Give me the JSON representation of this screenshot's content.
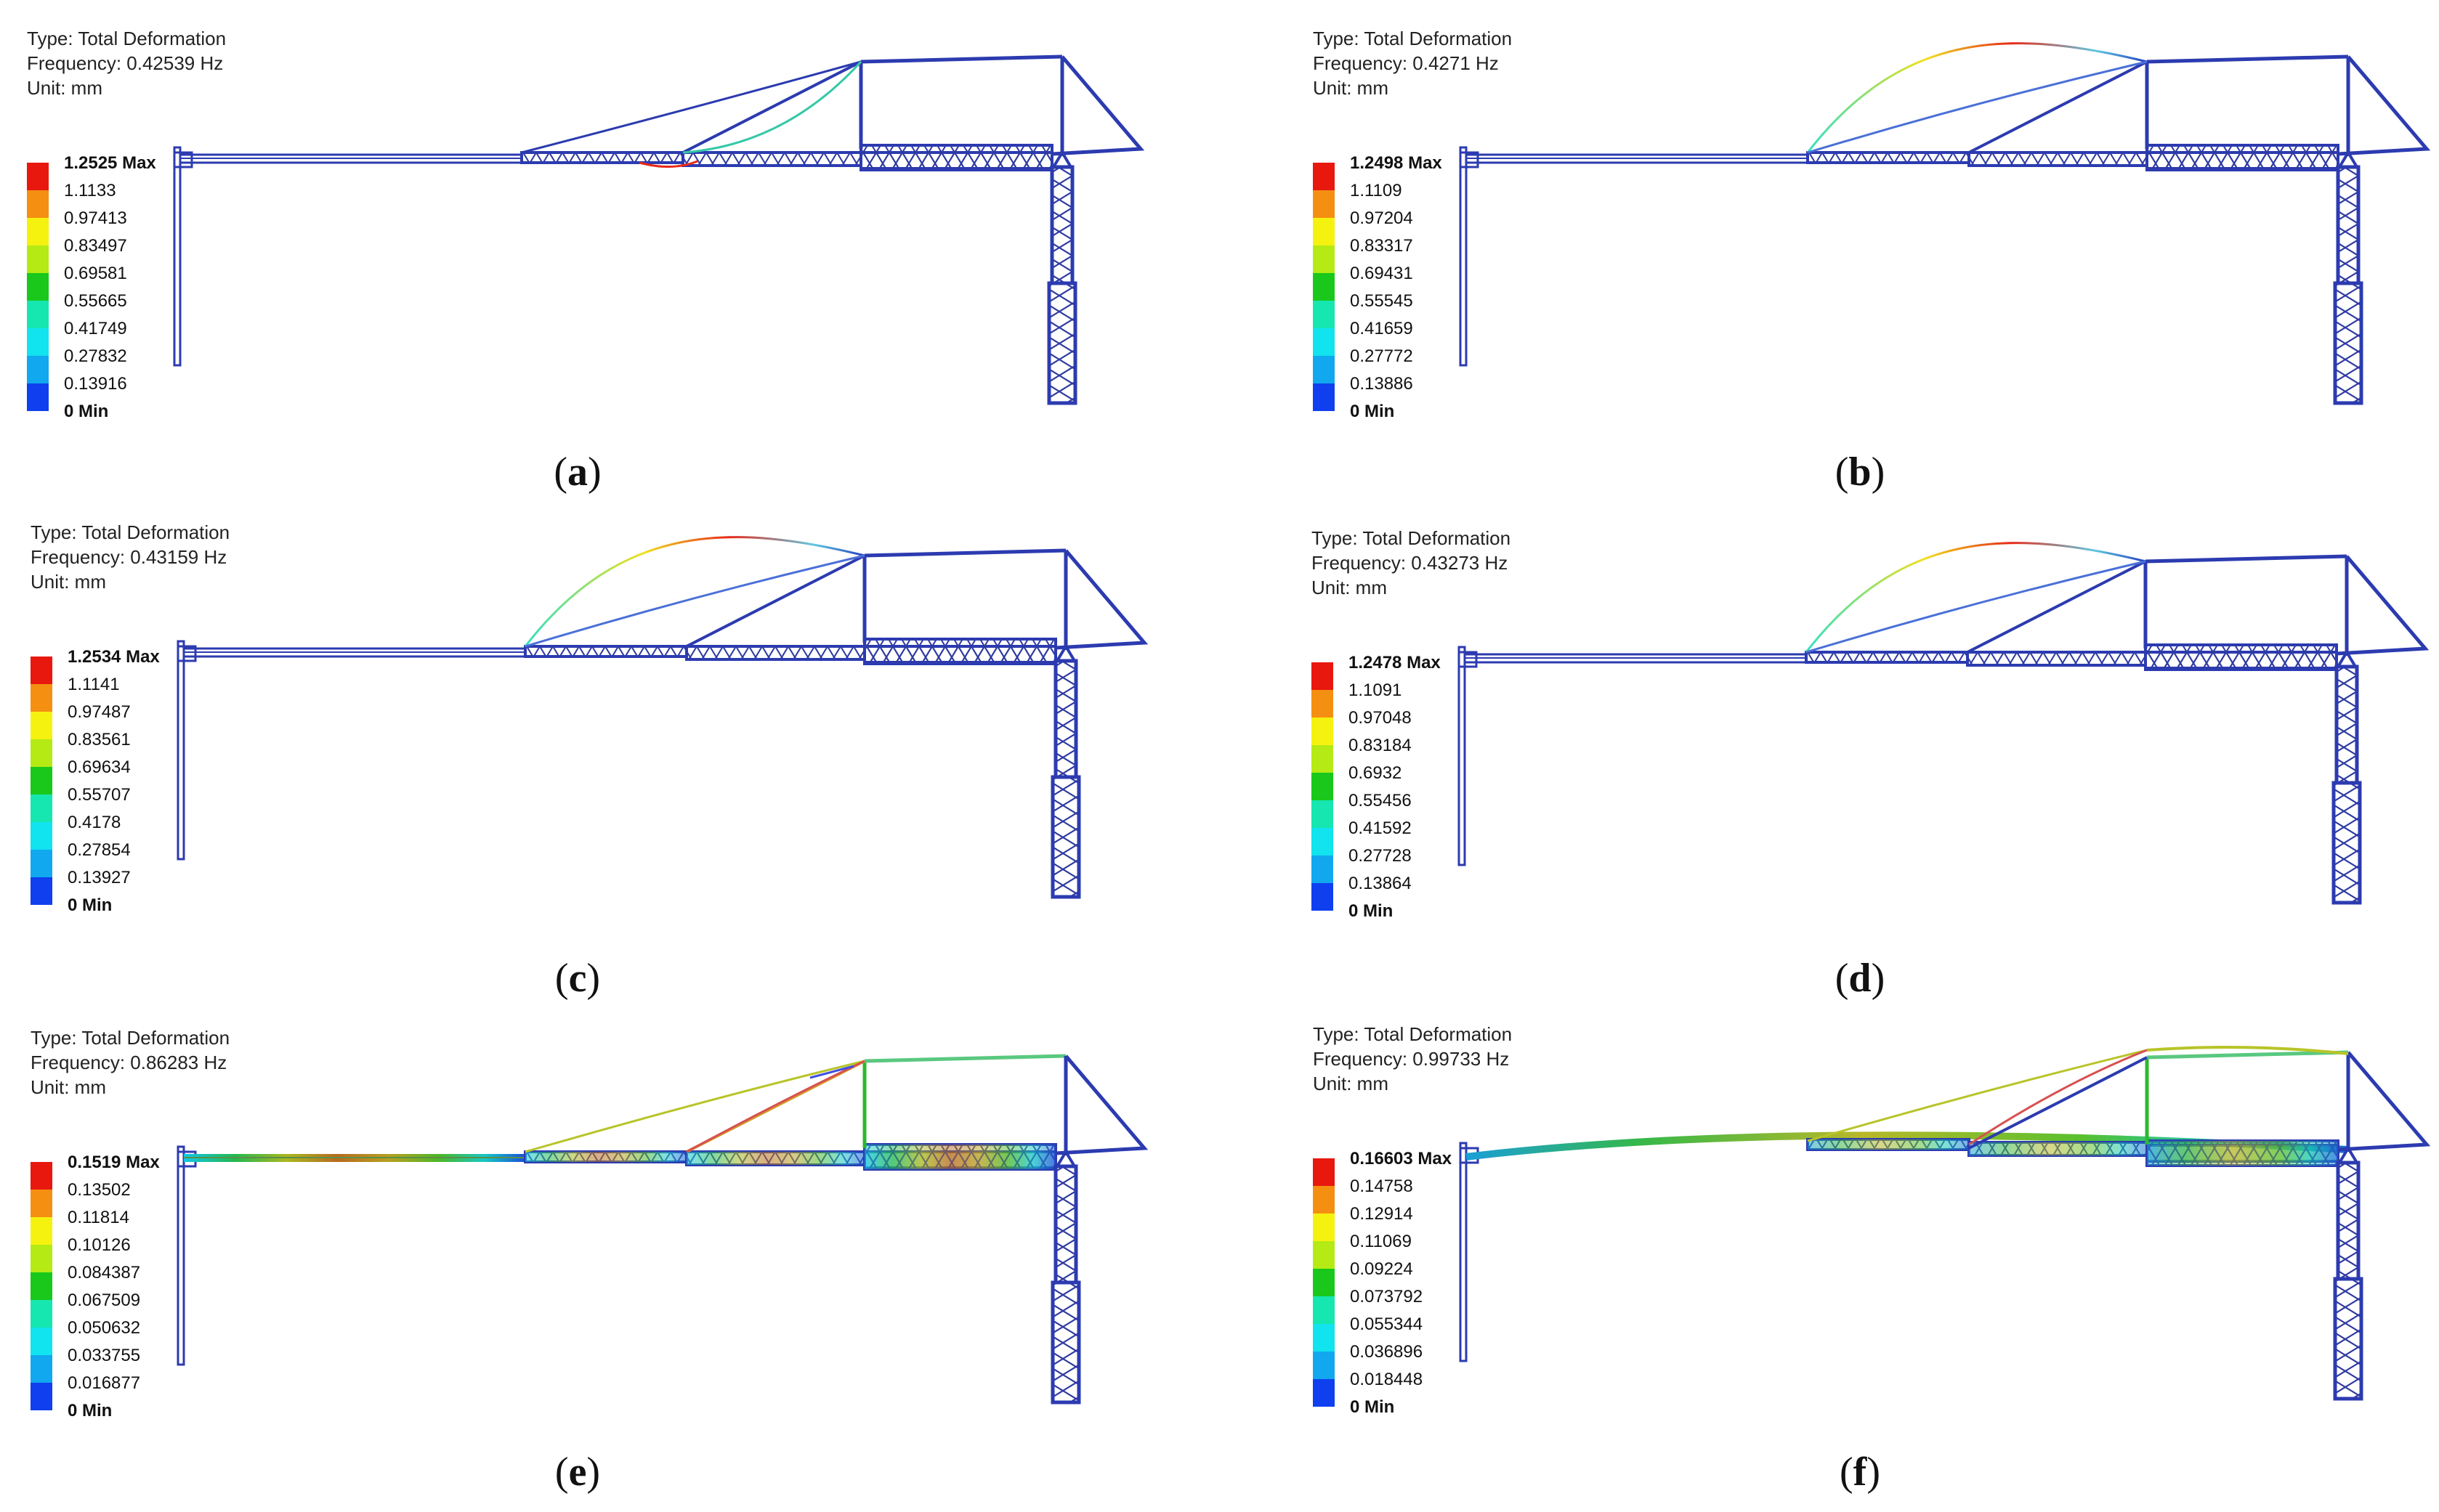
{
  "figure": {
    "panels": [
      {
        "id": "a",
        "header": {
          "type": "Type: Total Deformation",
          "frequency": "Frequency: 0.42539 Hz",
          "unit": "Unit: mm"
        },
        "legend": [
          "1.2525 Max",
          "1.1133",
          "0.97413",
          "0.83497",
          "0.69581",
          "0.55665",
          "0.41749",
          "0.27832",
          "0.13916",
          "0 Min"
        ],
        "caption": {
          "open": "(",
          "letter": "a",
          "close": ")"
        }
      },
      {
        "id": "b",
        "header": {
          "type": "Type: Total Deformation",
          "frequency": "Frequency: 0.4271 Hz",
          "unit": "Unit: mm"
        },
        "legend": [
          "1.2498 Max",
          "1.1109",
          "0.97204",
          "0.83317",
          "0.69431",
          "0.55545",
          "0.41659",
          "0.27772",
          "0.13886",
          "0 Min"
        ],
        "caption": {
          "open": "(",
          "letter": "b",
          "close": ")"
        }
      },
      {
        "id": "c",
        "header": {
          "type": "Type: Total Deformation",
          "frequency": "Frequency: 0.43159 Hz",
          "unit": "Unit: mm"
        },
        "legend": [
          "1.2534 Max",
          "1.1141",
          "0.97487",
          "0.83561",
          "0.69634",
          "0.55707",
          "0.4178",
          "0.27854",
          "0.13927",
          "0 Min"
        ],
        "caption": {
          "open": "(",
          "letter": "c",
          "close": ")"
        }
      },
      {
        "id": "d",
        "header": {
          "type": "Type: Total Deformation",
          "frequency": "Frequency: 0.43273 Hz",
          "unit": "Unit: mm"
        },
        "legend": [
          "1.2478 Max",
          "1.1091",
          "0.97048",
          "0.83184",
          "0.6932",
          "0.55456",
          "0.41592",
          "0.27728",
          "0.13864",
          "0 Min"
        ],
        "caption": {
          "open": "(",
          "letter": "d",
          "close": ")"
        }
      },
      {
        "id": "e",
        "header": {
          "type": "Type: Total Deformation",
          "frequency": "Frequency: 0.86283 Hz",
          "unit": "Unit: mm"
        },
        "legend": [
          "0.1519 Max",
          "0.13502",
          "0.11814",
          "0.10126",
          "0.084387",
          "0.067509",
          "0.050632",
          "0.033755",
          "0.016877",
          "0 Min"
        ],
        "caption": {
          "open": "(",
          "letter": "e",
          "close": ")"
        }
      },
      {
        "id": "f",
        "header": {
          "type": "Type: Total Deformation",
          "frequency": "Frequency: 0.99733 Hz",
          "unit": "Unit: mm"
        },
        "legend": [
          "0.16603 Max",
          "0.14758",
          "0.12914",
          "0.11069",
          "0.09224",
          "0.073792",
          "0.055344",
          "0.036896",
          "0.018448",
          "0 Min"
        ],
        "caption": {
          "open": "(",
          "letter": "f",
          "close": ")"
        }
      }
    ],
    "legend_colors": [
      "#e8180e",
      "#f58f12",
      "#f6f210",
      "#b5ea14",
      "#19c81a",
      "#16e6b0",
      "#11e3ef",
      "#11a8ef",
      "#0f3fef"
    ]
  }
}
